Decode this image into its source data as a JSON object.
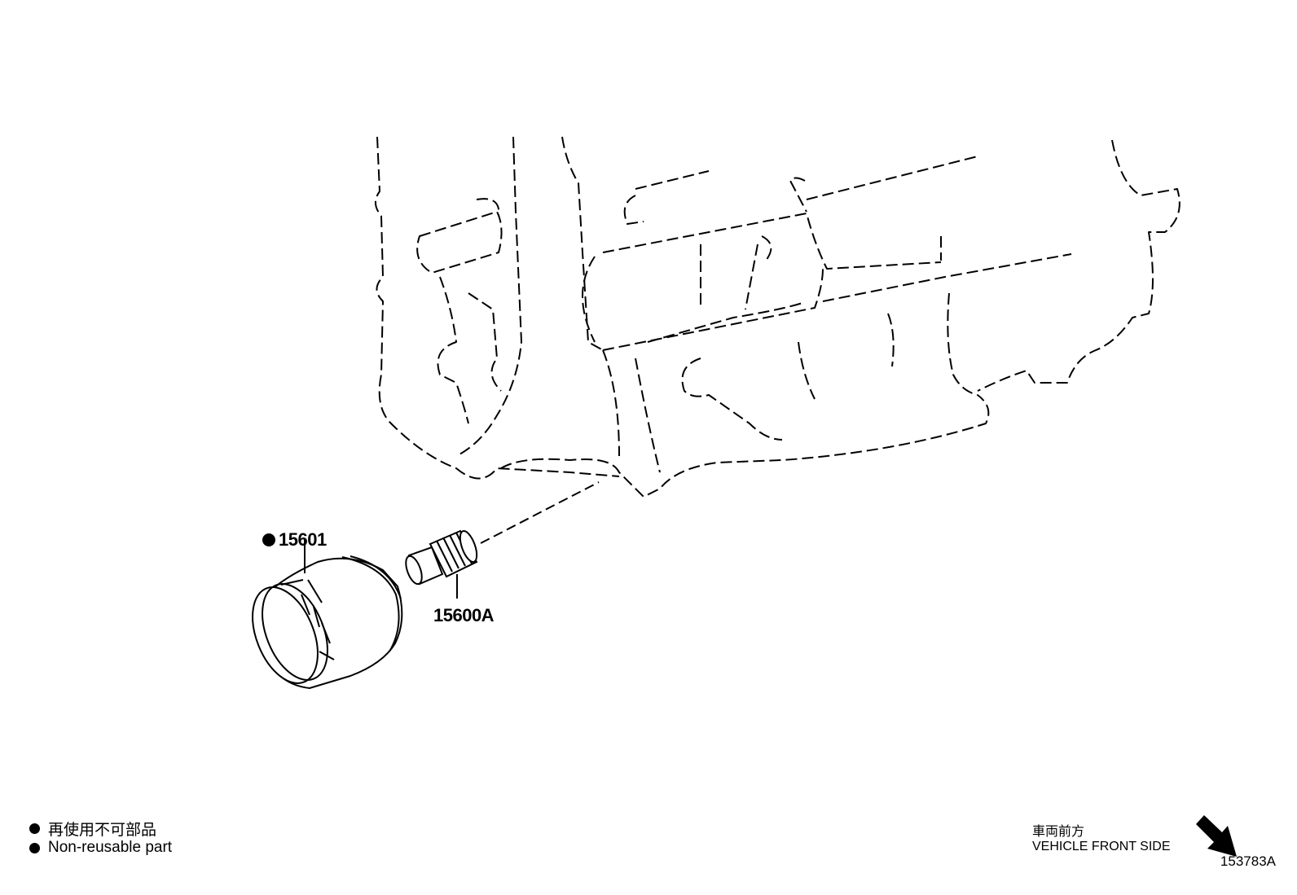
{
  "callouts": {
    "oil_filter": {
      "part_number": "15601",
      "marker": "bullet",
      "name": "oil-filter"
    },
    "union": {
      "part_number": "15600A",
      "name": "oil-filter-union"
    }
  },
  "legend": {
    "line_jp": "再使用不可部品",
    "line_en": "Non-reusable part"
  },
  "direction": {
    "label_jp": "車両前方",
    "label_en": "VEHICLE FRONT SIDE"
  },
  "drawing_id": "153783A",
  "colors": {
    "line": "#000000",
    "background": "#ffffff"
  }
}
